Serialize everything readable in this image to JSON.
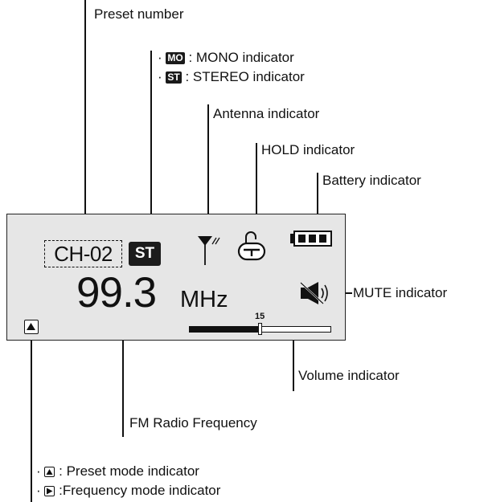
{
  "labels": {
    "preset_number": "Preset number",
    "mono": ": MONO indicator",
    "stereo": ": STEREO indicator",
    "antenna": "Antenna indicator",
    "hold": "HOLD indicator",
    "battery": "Battery indicator",
    "mute": "MUTE indicator",
    "volume": "Volume indicator",
    "fm_frequency": "FM Radio Frequency",
    "preset_mode": ": Preset mode indicator",
    "frequency_mode": ":Frequency mode indicator"
  },
  "badges": {
    "mono": "MO",
    "stereo": "ST"
  },
  "display": {
    "preset": "CH-02",
    "stereo_badge": "ST",
    "frequency": "99.3",
    "unit": "MHz",
    "volume_label": "15",
    "volume_level": 0.5
  },
  "bullet": "·",
  "icons": [
    "antenna-icon",
    "hold-lock-icon",
    "battery-icon",
    "mute-speaker-icon",
    "preset-mode-icon",
    "frequency-mode-icon"
  ]
}
